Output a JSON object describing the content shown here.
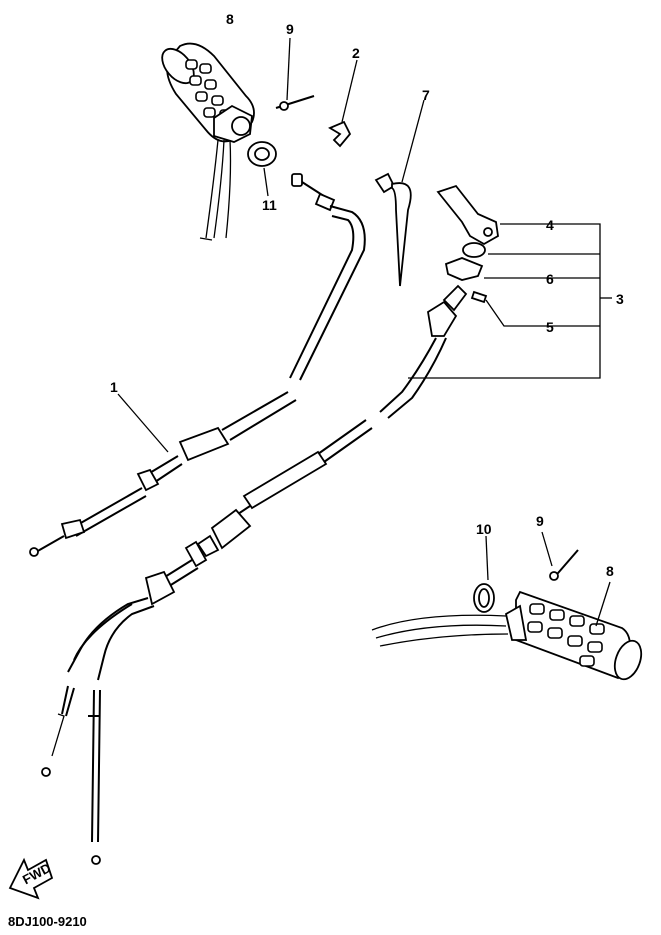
{
  "diagram": {
    "drawing_code": "8DJ100-9210",
    "direction_badge": "FWD",
    "callouts": {
      "grip_left": "8",
      "screw_left": "9",
      "clamp": "2",
      "cable_tie": "7",
      "collar_left": "11",
      "lever": "4",
      "washer": "6",
      "throttle_assembly": "3",
      "pin": "5",
      "cable": "1",
      "collar_right": "10",
      "screw_right": "9",
      "grip_right": "8"
    }
  }
}
